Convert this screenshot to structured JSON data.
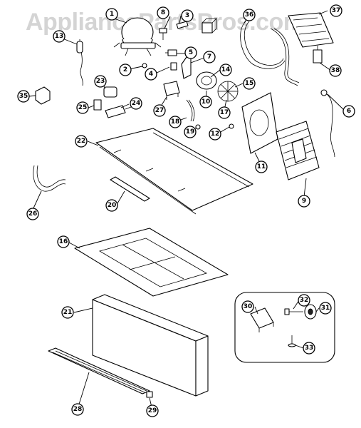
{
  "watermark": "AppliancePartsPros.com",
  "callouts": [
    {
      "id": "c1",
      "label": "1"
    },
    {
      "id": "c2",
      "label": "2"
    },
    {
      "id": "c3",
      "label": "3"
    },
    {
      "id": "c4",
      "label": "4"
    },
    {
      "id": "c5",
      "label": "5"
    },
    {
      "id": "c6",
      "label": "6"
    },
    {
      "id": "c7",
      "label": "7"
    },
    {
      "id": "c8",
      "label": "8"
    },
    {
      "id": "c9",
      "label": "9"
    },
    {
      "id": "c10",
      "label": "10"
    },
    {
      "id": "c11",
      "label": "11"
    },
    {
      "id": "c12",
      "label": "12"
    },
    {
      "id": "c13",
      "label": "13"
    },
    {
      "id": "c14",
      "label": "14"
    },
    {
      "id": "c15",
      "label": "15"
    },
    {
      "id": "c16",
      "label": "16"
    },
    {
      "id": "c17",
      "label": "17"
    },
    {
      "id": "c18",
      "label": "18"
    },
    {
      "id": "c19",
      "label": "19"
    },
    {
      "id": "c20",
      "label": "20"
    },
    {
      "id": "c21",
      "label": "21"
    },
    {
      "id": "c22",
      "label": "22"
    },
    {
      "id": "c23",
      "label": "23"
    },
    {
      "id": "c24",
      "label": "24"
    },
    {
      "id": "c25",
      "label": "25"
    },
    {
      "id": "c26",
      "label": "26"
    },
    {
      "id": "c27",
      "label": "27"
    },
    {
      "id": "c28",
      "label": "28"
    },
    {
      "id": "c29",
      "label": "29"
    },
    {
      "id": "c30",
      "label": "30"
    },
    {
      "id": "c31",
      "label": "31"
    },
    {
      "id": "c32",
      "label": "32"
    },
    {
      "id": "c33",
      "label": "33"
    },
    {
      "id": "c35",
      "label": "35"
    },
    {
      "id": "c36",
      "label": "36"
    },
    {
      "id": "c37",
      "label": "37"
    },
    {
      "id": "c38",
      "label": "38"
    }
  ]
}
